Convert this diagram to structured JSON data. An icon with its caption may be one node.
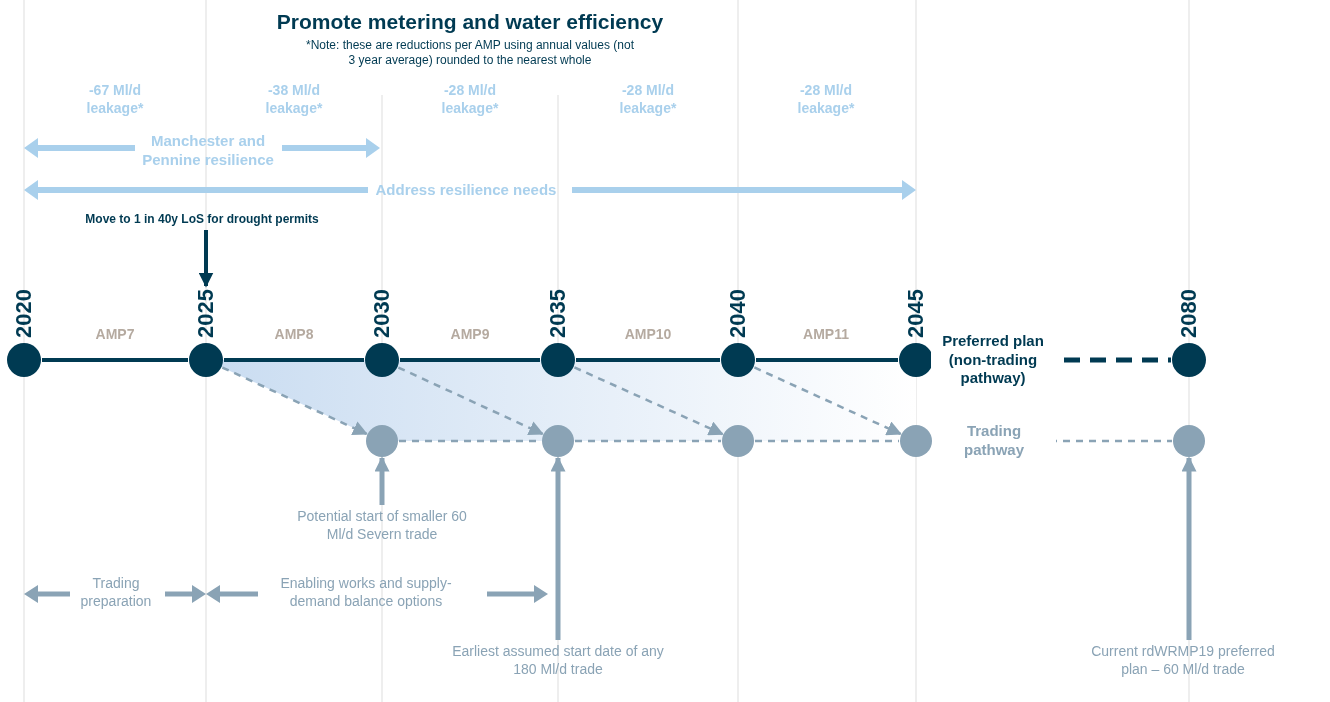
{
  "diagram": {
    "title": "Promote metering and water efficiency",
    "nodes": [
      {
        "text": [],
        "shape": "circle",
        "beside": [
          "2020"
        ]
      },
      {
        "text": [],
        "shape": "circle",
        "beside": [
          "2025"
        ]
      },
      {
        "text": [],
        "shape": "circle",
        "beside": [
          "2030"
        ]
      },
      {
        "text": [],
        "shape": "circle",
        "beside": [
          "2035"
        ]
      },
      {
        "text": [],
        "shape": "circle",
        "beside": [
          "2040"
        ]
      },
      {
        "text": [],
        "shape": "circle",
        "beside": [
          "2045"
        ]
      },
      {
        "text": [],
        "shape": "circle",
        "beside": [
          "2080"
        ]
      },
      {
        "text": [],
        "shape": "circle"
      },
      {
        "text": [],
        "shape": "circle"
      },
      {
        "text": [],
        "shape": "circle"
      },
      {
        "text": [],
        "shape": "circle"
      },
      {
        "text": [],
        "shape": "circle"
      },
      {
        "text": [
          "Move to 1 in 40y LoS for drought permits"
        ]
      },
      {
        "text": [
          "Potential start of smaller 60 Ml/d Severn trade"
        ]
      },
      {
        "text": [
          "Earliest assumed start date of any 180 Ml/d trade"
        ]
      },
      {
        "text": [
          "Current rdWRMP19 preferred plan – 60 Ml/d trade"
        ]
      }
    ],
    "edges": [
      {
        "from": 0,
        "to": 1,
        "arrow": "none",
        "label": "AMP7",
        "color": "#003a52"
      },
      {
        "from": 1,
        "to": 2,
        "arrow": "none",
        "label": "AMP8",
        "color": "#003a52"
      },
      {
        "from": 2,
        "to": 3,
        "arrow": "none",
        "label": "AMP9",
        "color": "#003a52"
      },
      {
        "from": 3,
        "to": 4,
        "arrow": "none",
        "label": "AMP10",
        "color": "#003a52"
      },
      {
        "from": 4,
        "to": 5,
        "arrow": "none",
        "label": "AMP11",
        "color": "#003a52"
      },
      {
        "from": 5,
        "to": 6,
        "arrow": "none",
        "label": "Preferred plan (non-trading pathway)",
        "style": "dashed",
        "color": "#003a52"
      },
      {
        "from": 1,
        "to": 7,
        "arrow": "to",
        "style": "dashed"
      },
      {
        "from": 2,
        "to": 8,
        "arrow": "to",
        "style": "dashed"
      },
      {
        "from": 3,
        "to": 9,
        "arrow": "to",
        "style": "dashed"
      },
      {
        "from": 4,
        "to": 10,
        "arrow": "to",
        "style": "dashed"
      },
      {
        "from": 7,
        "to": 8,
        "arrow": "none",
        "style": "dashed"
      },
      {
        "from": 8,
        "to": 9,
        "arrow": "none",
        "style": "dashed"
      },
      {
        "from": 9,
        "to": 10,
        "arrow": "none",
        "style": "dashed"
      },
      {
        "from": 10,
        "to": 11,
        "arrow": "none",
        "label": "Trading pathway",
        "style": "dashed"
      },
      {
        "from": 12,
        "to": 1,
        "arrow": "to",
        "color": "#003a52"
      },
      {
        "from": 13,
        "to": 7,
        "arrow": "to"
      },
      {
        "from": 14,
        "to": 8,
        "arrow": "to"
      },
      {
        "from": 15,
        "to": 11,
        "arrow": "to"
      }
    ],
    "labels": [
      "*Note: these are reductions per AMP using annual values (not 3 year average) rounded to the nearest whole",
      "-67 Ml/d leakage*",
      "-38 Ml/d leakage*",
      "-28 Ml/d leakage*",
      "-28 Ml/d leakage*",
      "-28 Ml/d leakage*",
      "Manchester and Pennine resilience",
      "Address resilience needs",
      "Trading preparation",
      "Enabling works and supply-demand balance options"
    ]
  }
}
